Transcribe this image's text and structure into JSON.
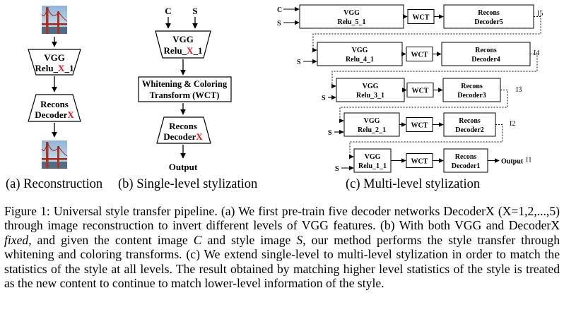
{
  "panel_a": {
    "encoder_title": "VGG",
    "encoder_layer_prefix": "Relu_",
    "encoder_layer_var": "X",
    "encoder_layer_suffix": "_1",
    "decoder_title": "Recons",
    "decoder_prefix": "Decoder",
    "decoder_var": "X"
  },
  "panel_b": {
    "input_content": "C",
    "input_style": "S",
    "encoder_title": "VGG",
    "encoder_layer_prefix": "Relu_",
    "encoder_layer_var": "X",
    "encoder_layer_suffix": "_1",
    "wct_line1": "Whitening & Coloring",
    "wct_line2": "Transform (WCT)",
    "decoder_title": "Recons",
    "decoder_prefix": "Decoder",
    "decoder_var": "X",
    "output": "Output"
  },
  "panel_c": {
    "input_content": "C",
    "style_label": "S",
    "wct_label": "WCT",
    "encoder_title": "VGG",
    "decoder_title": "Recons",
    "output": "Output",
    "levels": [
      {
        "encoder": "Relu_5_1",
        "decoder": "Decoder5",
        "intermediate": "I5"
      },
      {
        "encoder": "Relu_4_1",
        "decoder": "Decoder4",
        "intermediate": "I4"
      },
      {
        "encoder": "Relu_3_1",
        "decoder": "Decoder3",
        "intermediate": "I3"
      },
      {
        "encoder": "Relu_2_1",
        "decoder": "Decoder2",
        "intermediate": "I2"
      },
      {
        "encoder": "Relu_1_1",
        "decoder": "Decoder1",
        "intermediate": "I1"
      }
    ]
  },
  "subcaptions": {
    "a": "(a) Reconstruction",
    "b": "(b) Single-level stylization",
    "c": "(c) Multi-level stylization"
  },
  "caption": {
    "t1": "Figure 1: Universal style transfer pipeline. (a) We first pre-train five decoder networks DecoderX (X=1,2,...,5) through image reconstruction to invert different levels of VGG features. (b) With both VGG and DecoderX ",
    "fixed": "fixed",
    "t2": ", and given the content image ",
    "c": "C",
    "t3": " and style image ",
    "s": "S",
    "t4": ", our method performs the style transfer through whitening and coloring transforms. (c) We extend single-level to multi-level stylization in order to match the statistics of the style at all levels. The result obtained by matching higher level statistics of the style is treated as the new content to continue to match lower-level information of the style."
  },
  "colors": {
    "accent_red": "#e0141e"
  }
}
